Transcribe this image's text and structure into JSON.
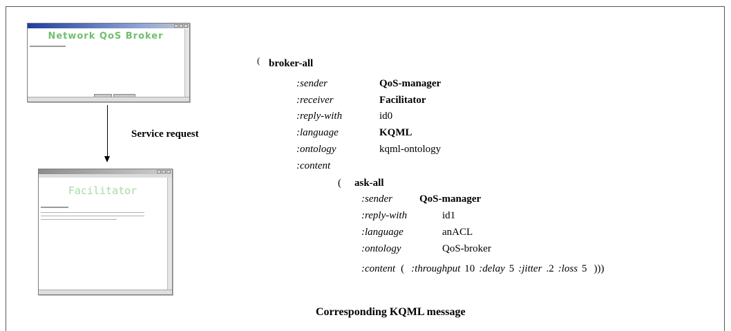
{
  "broker_window": {
    "title": "Network QoS Broker",
    "colors": {
      "title": "#6fbf6f",
      "titlebar": "#1e3fa0"
    }
  },
  "facilitator_window": {
    "title": "Facilitator"
  },
  "arrow_label": "Service request",
  "message": {
    "open_paren": "(",
    "performative": "broker-all",
    "fields": [
      {
        "key": ":sender",
        "value": "QoS-manager",
        "bold": true
      },
      {
        "key": ":receiver",
        "value": "Facilitator",
        "bold": true
      },
      {
        "key": ":reply-with",
        "value": "id0",
        "bold": false
      },
      {
        "key": ":language",
        "value": "KQML",
        "bold": true
      },
      {
        "key": ":ontology",
        "value": "kqml-ontology",
        "bold": false
      },
      {
        "key": ":content",
        "value": "",
        "bold": false
      }
    ],
    "inner": {
      "open_paren": "(",
      "performative": "ask-all",
      "fields": [
        {
          "key": ":sender",
          "value": "QoS-manager",
          "bold": true
        },
        {
          "key": ":reply-with",
          "value": "id1",
          "bold": false
        },
        {
          "key": ":language",
          "value": "anACL",
          "bold": false
        },
        {
          "key": ":ontology",
          "value": "QoS-broker",
          "bold": false
        }
      ],
      "content_line": {
        "key": ":content",
        "open": "(",
        "params": [
          {
            "key": ":throughput",
            "value": "10"
          },
          {
            "key": ":delay",
            "value": "5"
          },
          {
            "key": ":jitter",
            "value": ".2"
          },
          {
            "key": ":loss",
            "value": "5"
          }
        ],
        "close": ")))"
      }
    }
  },
  "caption": "Corresponding KQML message"
}
